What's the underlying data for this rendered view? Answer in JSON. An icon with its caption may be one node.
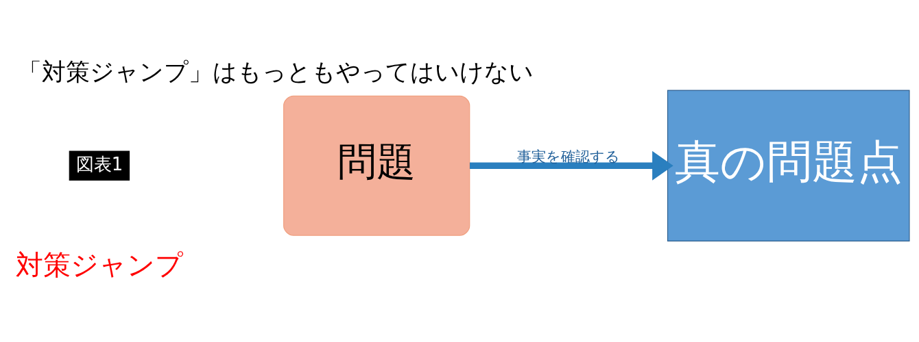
{
  "diagram": {
    "title": "「対策ジャンプ」はもっともやってはいけない",
    "nodes": [
      {
        "text": [
          "問題"
        ]
      },
      {
        "text": [
          "真の問題点"
        ]
      }
    ],
    "edges": [
      {
        "from": 0,
        "to": 1,
        "arrow": "to",
        "label": "事実を確認する"
      }
    ],
    "labels": [
      "図表1",
      "対策ジャンプ"
    ]
  }
}
